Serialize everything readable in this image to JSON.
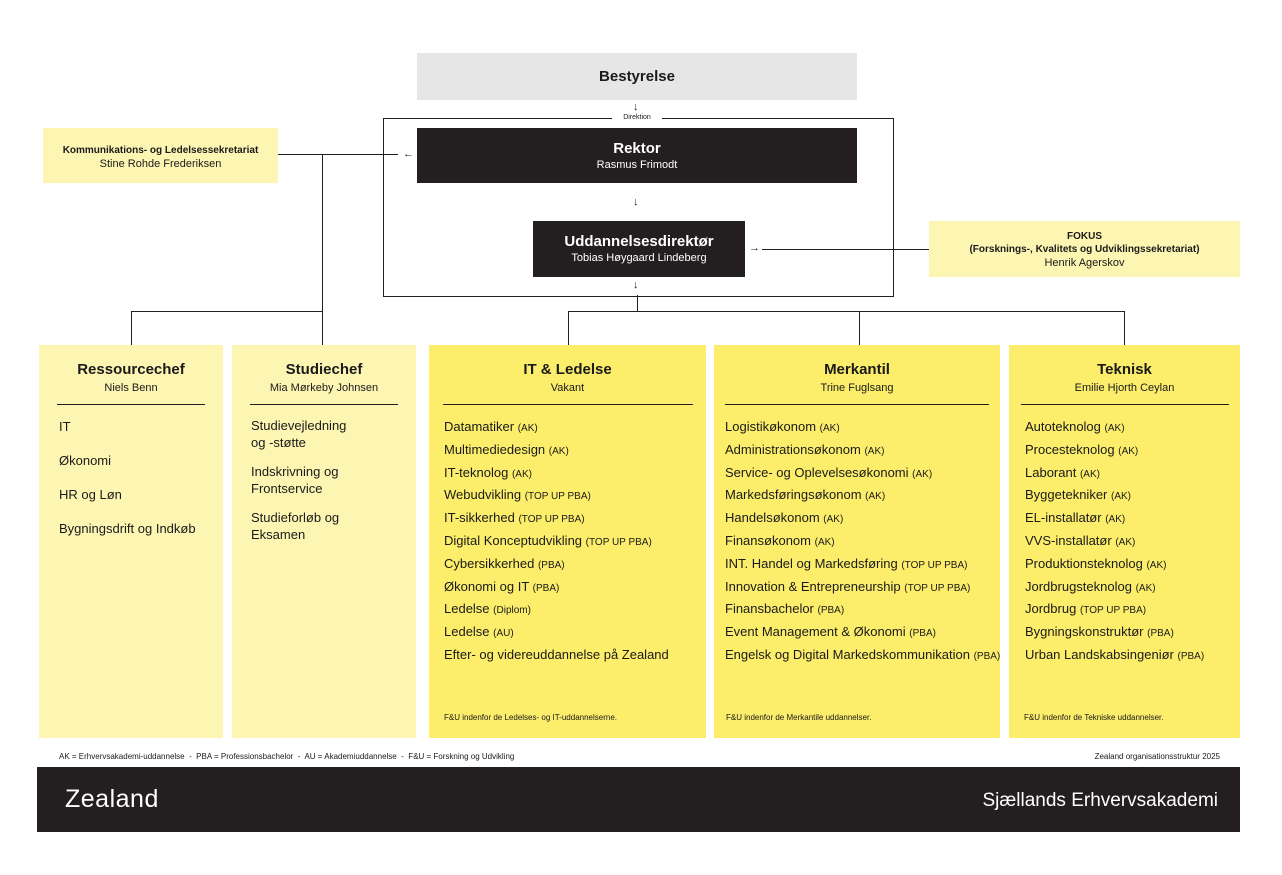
{
  "board": {
    "title": "Bestyrelse"
  },
  "direktion_label": "Direktion",
  "rektor": {
    "title": "Rektor",
    "name": "Rasmus Frimodt"
  },
  "uddannelsesdirektor": {
    "title": "Uddannelsesdirektør",
    "name": "Tobias Høygaard Lindeberg"
  },
  "sekretariat": {
    "title": "Kommunikations- og Ledelsessekretariat",
    "name": "Stine Rohde Frederiksen"
  },
  "fokus": {
    "title": "FOKUS",
    "subtitle": "(Forsknings-, Kvalitets og Udviklingssekretariat)",
    "name": "Henrik Agerskov"
  },
  "columns": [
    {
      "title": "Ressourcechef",
      "name": "Niels Benn",
      "items": [
        "IT",
        "Økonomi",
        "HR og Løn",
        "Bygningsdrift og Indkøb"
      ]
    },
    {
      "title": "Studiechef",
      "name": "Mia Mørkeby Johnsen",
      "items": [
        "Studievejledning og -støtte",
        "Indskrivning og Frontservice",
        "Studieforløb og Eksamen"
      ]
    },
    {
      "title": "IT & Ledelse",
      "name": "Vakant",
      "items": [
        {
          "text": "Datamatiker",
          "tag": "(AK)"
        },
        {
          "text": "Multimediedesign",
          "tag": "(AK)"
        },
        {
          "text": "IT-teknolog",
          "tag": "(AK)"
        },
        {
          "text": "Webudvikling",
          "tag": "(TOP UP PBA)"
        },
        {
          "text": "IT-sikkerhed",
          "tag": "(TOP UP PBA)"
        },
        {
          "text": "Digital Konceptudvikling",
          "tag": "(TOP UP PBA)"
        },
        {
          "text": "Cybersikkerhed",
          "tag": "(PBA)"
        },
        {
          "text": "Økonomi og IT",
          "tag": "(PBA)"
        },
        {
          "text": "Ledelse",
          "tag": "(Diplom)"
        },
        {
          "text": "Ledelse",
          "tag": "(AU)"
        },
        {
          "text": "Efter- og videreuddannelse på Zealand",
          "tag": ""
        }
      ],
      "footnote": "F&U indenfor de Ledelses- og IT-uddannelserne."
    },
    {
      "title": "Merkantil",
      "name": "Trine Fuglsang",
      "items": [
        {
          "text": "Logistikøkonom",
          "tag": "(AK)"
        },
        {
          "text": "Administrationsøkonom",
          "tag": "(AK)"
        },
        {
          "text": "Service- og Oplevelsesøkonomi",
          "tag": "(AK)"
        },
        {
          "text": "Markedsføringsøkonom",
          "tag": "(AK)"
        },
        {
          "text": "Handelsøkonom",
          "tag": "(AK)"
        },
        {
          "text": "Finansøkonom",
          "tag": "(AK)"
        },
        {
          "text": "INT. Handel og Markedsføring",
          "tag": "(TOP UP PBA)"
        },
        {
          "text": "Innovation & Entrepreneurship",
          "tag": "(TOP UP PBA)"
        },
        {
          "text": "Finansbachelor",
          "tag": "(PBA)"
        },
        {
          "text": "Event Management & Økonomi",
          "tag": "(PBA)"
        },
        {
          "text": "Engelsk og Digital Markedskommunikation",
          "tag": "(PBA)"
        }
      ],
      "footnote": "F&U indenfor de Merkantile uddannelser."
    },
    {
      "title": "Teknisk",
      "name": "Emilie Hjorth Ceylan",
      "items": [
        {
          "text": "Autoteknolog",
          "tag": "(AK)"
        },
        {
          "text": "Procesteknolog",
          "tag": "(AK)"
        },
        {
          "text": "Laborant",
          "tag": "(AK)"
        },
        {
          "text": "Byggetekniker",
          "tag": "(AK)"
        },
        {
          "text": "EL-installatør",
          "tag": "(AK)"
        },
        {
          "text": "VVS-installatør",
          "tag": "(AK)"
        },
        {
          "text": "Produktionsteknolog",
          "tag": "(AK)"
        },
        {
          "text": "Jordbrugsteknolog",
          "tag": "(AK)"
        },
        {
          "text": "Jordbrug",
          "tag": "(TOP UP PBA)"
        },
        {
          "text": "Bygningskonstruktør",
          "tag": "(PBA)"
        },
        {
          "text": "Urban Landskabsingeniør",
          "tag": "(PBA)"
        }
      ],
      "footnote": "F&U indenfor de Tekniske uddannelser."
    }
  ],
  "legend": "AK = Erhvervsakademi-uddannelse  -  PBA = Professionsbachelor  -  AU = Akademiuddannelse  -  F&U = Forskning og Udvikling",
  "caption": "Zealand organisationsstruktur 2025",
  "footer": {
    "logo": "Zealand",
    "tagline": "Sjællands Erhvervsakademi"
  },
  "colors": {
    "dark": "#231f20",
    "pale_yellow": "#fdf6b2",
    "yellow": "#fcee6b",
    "grey": "#e6e6e6"
  }
}
